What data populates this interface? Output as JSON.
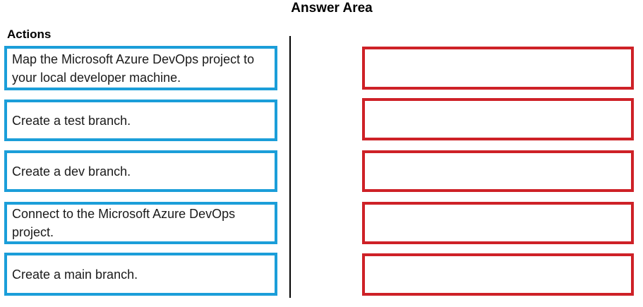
{
  "title": "Answer Area",
  "actions": {
    "heading": "Actions",
    "items": [
      "Map the Microsoft Azure DevOps project to your local developer machine.",
      "Create a test branch.",
      "Create a dev branch.",
      "Connect to the Microsoft Azure DevOps project.",
      "Create a main branch."
    ]
  },
  "answer_area": {
    "slots": [
      "",
      "",
      "",
      "",
      ""
    ]
  },
  "colors": {
    "action_border": "#1B9ED9",
    "slot_border": "#CE2127",
    "divider": "#000000",
    "text": "#1A1A1A"
  }
}
